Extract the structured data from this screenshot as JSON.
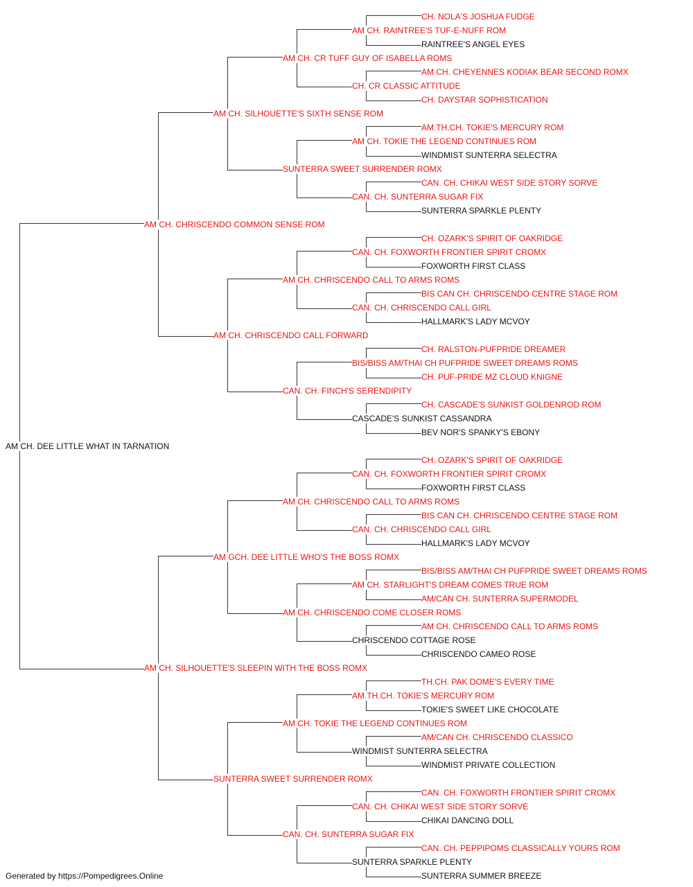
{
  "colors": {
    "champion": "#ee1111",
    "plain": "#111111",
    "line": "#333333"
  },
  "pedigree": [
    {
      "id": 0,
      "name": "AM CH. DEE LITTLE WHAT IN TARNATION",
      "ch": false
    },
    {
      "id": 1,
      "name": "AM CH. CHRISCENDO COMMON SENSE ROM",
      "ch": true
    },
    {
      "id": 2,
      "name": "AM CH. SILHOUETTE'S SLEEPIN WITH THE BOSS ROMX",
      "ch": true
    },
    {
      "id": 3,
      "name": "AM CH. SILHOUETTE'S SIXTH SENSE ROM",
      "ch": true
    },
    {
      "id": 4,
      "name": "AM CH. CHRISCENDO CALL FORWARD",
      "ch": true
    },
    {
      "id": 5,
      "name": "AM GCH. DEE LITTLE WHO'S THE BOSS ROMX",
      "ch": true
    },
    {
      "id": 6,
      "name": "SUNTERRA SWEET SURRENDER ROMX",
      "ch": true
    },
    {
      "id": 7,
      "name": "AM CH. CR TUFF GUY OF ISABELLA ROMS",
      "ch": true
    },
    {
      "id": 8,
      "name": "SUNTERRA SWEET SURRENDER ROMX",
      "ch": true
    },
    {
      "id": 9,
      "name": "AM CH. CHRISCENDO CALL TO ARMS ROMS",
      "ch": true
    },
    {
      "id": 10,
      "name": "CAN. CH. FINCH'S SERENDIPITY",
      "ch": true
    },
    {
      "id": 11,
      "name": "AM CH. CHRISCENDO CALL TO ARMS ROMS",
      "ch": true
    },
    {
      "id": 12,
      "name": "AM CH. CHRISCENDO COME CLOSER ROMS",
      "ch": true
    },
    {
      "id": 13,
      "name": "AM CH. TOKIE THE LEGEND CONTINUES ROM",
      "ch": true
    },
    {
      "id": 14,
      "name": "CAN. CH. SUNTERRA SUGAR FIX",
      "ch": true
    },
    {
      "id": 15,
      "name": "AM CH. RAINTREE'S TUF-E-NUFF ROM",
      "ch": true
    },
    {
      "id": 16,
      "name": "CH. CR CLASSIC ATTITUDE",
      "ch": true
    },
    {
      "id": 17,
      "name": "AM CH. TOKIE THE LEGEND CONTINUES ROM",
      "ch": true
    },
    {
      "id": 18,
      "name": "CAN. CH. SUNTERRA SUGAR FIX",
      "ch": true
    },
    {
      "id": 19,
      "name": "CAN. CH. FOXWORTH FRONTIER SPIRIT CROMX",
      "ch": true
    },
    {
      "id": 20,
      "name": "CAN. CH. CHRISCENDO CALL GIRL",
      "ch": true
    },
    {
      "id": 21,
      "name": "BIS/BISS AM/THAI CH PUFPRIDE SWEET DREAMS ROMS",
      "ch": true
    },
    {
      "id": 22,
      "name": "CASCADE'S SUNKIST CASSANDRA",
      "ch": false
    },
    {
      "id": 23,
      "name": "CAN. CH. FOXWORTH FRONTIER SPIRIT CROMX",
      "ch": true
    },
    {
      "id": 24,
      "name": "CAN. CH. CHRISCENDO CALL GIRL",
      "ch": true
    },
    {
      "id": 25,
      "name": "AM CH. STARLIGHT'S DREAM COMES TRUE ROM",
      "ch": true
    },
    {
      "id": 26,
      "name": "CHRISCENDO COTTAGE ROSE",
      "ch": false
    },
    {
      "id": 27,
      "name": "AM.TH.CH. TOKIE'S MERCURY ROM",
      "ch": true
    },
    {
      "id": 28,
      "name": "WINDMIST SUNTERRA SELECTRA",
      "ch": false
    },
    {
      "id": 29,
      "name": "CAN. CH. CHIKAI WEST SIDE STORY SORVE",
      "ch": true
    },
    {
      "id": 30,
      "name": "SUNTERRA SPARKLE PLENTY",
      "ch": false
    },
    {
      "id": 31,
      "name": "CH. NOLA'S JOSHUA FUDGE",
      "ch": true
    },
    {
      "id": 32,
      "name": "RAINTREE'S ANGEL EYES",
      "ch": false
    },
    {
      "id": 33,
      "name": "AM CH. CHEYENNES KODIAK BEAR SECOND ROMX",
      "ch": true
    },
    {
      "id": 34,
      "name": "CH. DAYSTAR SOPHISTICATION",
      "ch": true
    },
    {
      "id": 35,
      "name": "AM.TH.CH. TOKIE'S MERCURY ROM",
      "ch": true
    },
    {
      "id": 36,
      "name": "WINDMIST SUNTERRA SELECTRA",
      "ch": false
    },
    {
      "id": 37,
      "name": "CAN. CH. CHIKAI WEST SIDE STORY SORVE",
      "ch": true
    },
    {
      "id": 38,
      "name": "SUNTERRA SPARKLE PLENTY",
      "ch": false
    },
    {
      "id": 39,
      "name": "CH. OZARK'S SPIRIT OF OAKRIDGE",
      "ch": true
    },
    {
      "id": 40,
      "name": "FOXWORTH FIRST CLASS",
      "ch": false
    },
    {
      "id": 41,
      "name": "BIS CAN CH. CHRISCENDO CENTRE STAGE ROM",
      "ch": true
    },
    {
      "id": 42,
      "name": "HALLMARK'S LADY MCVOY",
      "ch": false
    },
    {
      "id": 43,
      "name": "CH. RALSTON-PUFPRIDE DREAMER",
      "ch": true
    },
    {
      "id": 44,
      "name": "CH. PUF-PRIDE MZ CLOUD KNIGNE",
      "ch": true
    },
    {
      "id": 45,
      "name": "CH. CASCADE'S SUNKIST GOLDENROD ROM",
      "ch": true
    },
    {
      "id": 46,
      "name": "BEV NOR'S SPANKY'S EBONY",
      "ch": false
    },
    {
      "id": 47,
      "name": "CH. OZARK'S SPIRIT OF OAKRIDGE",
      "ch": true
    },
    {
      "id": 48,
      "name": "FOXWORTH FIRST CLASS",
      "ch": false
    },
    {
      "id": 49,
      "name": "BIS CAN CH. CHRISCENDO CENTRE STAGE ROM",
      "ch": true
    },
    {
      "id": 50,
      "name": "HALLMARK'S LADY MCVOY",
      "ch": false
    },
    {
      "id": 51,
      "name": "BIS/BISS AM/THAI CH PUFPRIDE SWEET DREAMS ROMS",
      "ch": true
    },
    {
      "id": 52,
      "name": "AM/CAN CH. SUNTERRA SUPERMODEL",
      "ch": true
    },
    {
      "id": 53,
      "name": "AM CH. CHRISCENDO CALL TO ARMS ROMS",
      "ch": true
    },
    {
      "id": 54,
      "name": "CHRISCENDO CAMEO ROSE",
      "ch": false
    },
    {
      "id": 55,
      "name": "TH.CH. PAK DOME'S EVERY TIME",
      "ch": true
    },
    {
      "id": 56,
      "name": "TOKIE'S SWEET LIKE CHOCOLATE",
      "ch": false
    },
    {
      "id": 57,
      "name": "AM/CAN CH. CHRISCENDO CLASSICO",
      "ch": true
    },
    {
      "id": 58,
      "name": "WINDMIST PRIVATE COLLECTION",
      "ch": false
    },
    {
      "id": 59,
      "name": "CAN. CH. FOXWORTH FRONTIER SPIRIT CROMX",
      "ch": true
    },
    {
      "id": 60,
      "name": "CHIKAI DANCING DOLL",
      "ch": false
    },
    {
      "id": 61,
      "name": "CAN. CH. PEPPIPOMS CLASSICALLY YOURS ROM",
      "ch": true
    },
    {
      "id": 62,
      "name": "SUNTERRA SUMMER BREEZE",
      "ch": false
    }
  ],
  "footer": "Generated by https://Pompedigrees.Online"
}
